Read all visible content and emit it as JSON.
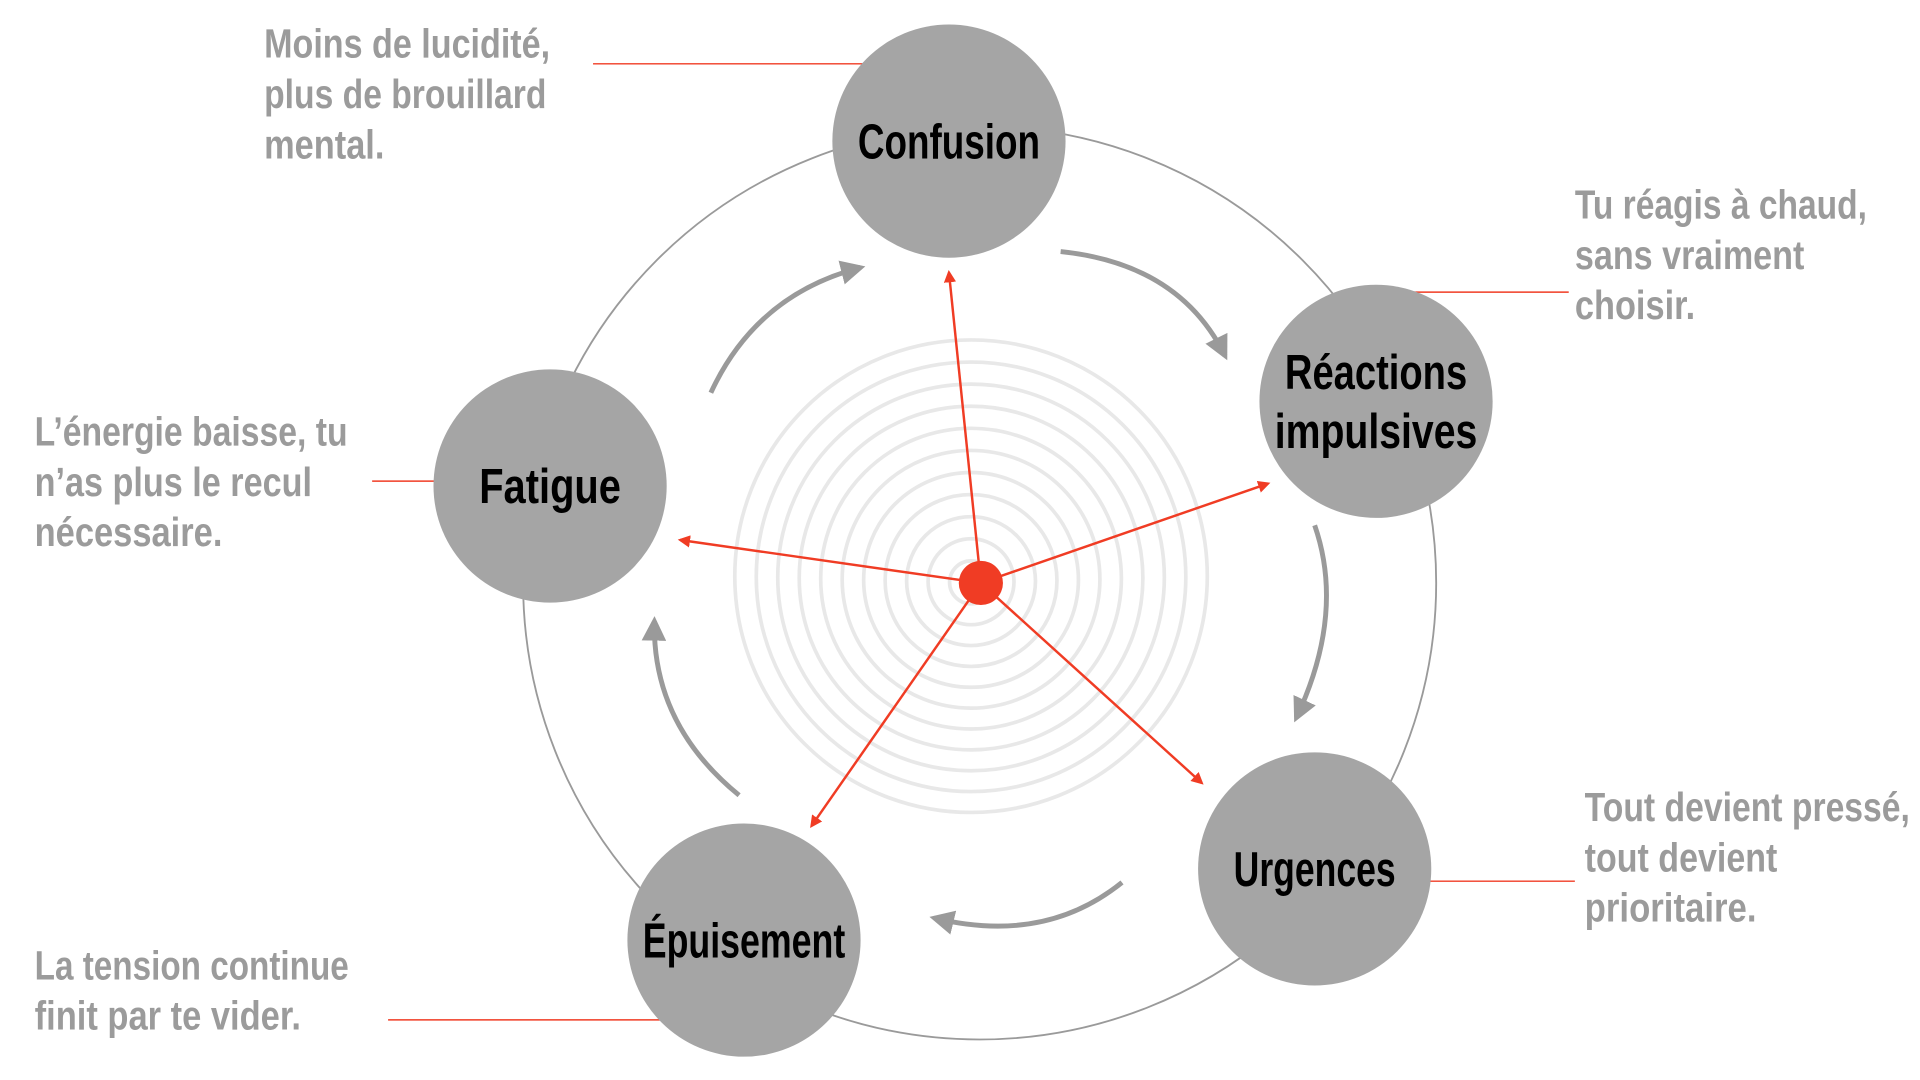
{
  "colors": {
    "node": "#a5a5a5",
    "accent": "#f03c24",
    "ring": "#9a9a9a",
    "concentric": "#e8e8e8",
    "text": "#9b9b9b"
  },
  "nodes": [
    {
      "id": "confusion",
      "label_lines": [
        "Confusion"
      ],
      "desc_lines": [
        "Moins de lucidité,",
        "plus de brouillard",
        "mental."
      ]
    },
    {
      "id": "reactions",
      "label_lines": [
        "Réactions",
        "impulsives"
      ],
      "desc_lines": [
        "Tu réagis à chaud,",
        "sans vraiment",
        "choisir."
      ]
    },
    {
      "id": "urgences",
      "label_lines": [
        "Urgences"
      ],
      "desc_lines": [
        "Tout devient pressé,",
        "tout devient",
        "prioritaire."
      ]
    },
    {
      "id": "epuisement",
      "label_lines": [
        "Épuisement"
      ],
      "desc_lines": [
        "La tension continue",
        "finit par te vider."
      ]
    },
    {
      "id": "fatigue",
      "label_lines": [
        "Fatigue"
      ],
      "desc_lines": [
        "L’énergie baisse, tu",
        "n’as plus le recul",
        "nécessaire."
      ]
    }
  ]
}
